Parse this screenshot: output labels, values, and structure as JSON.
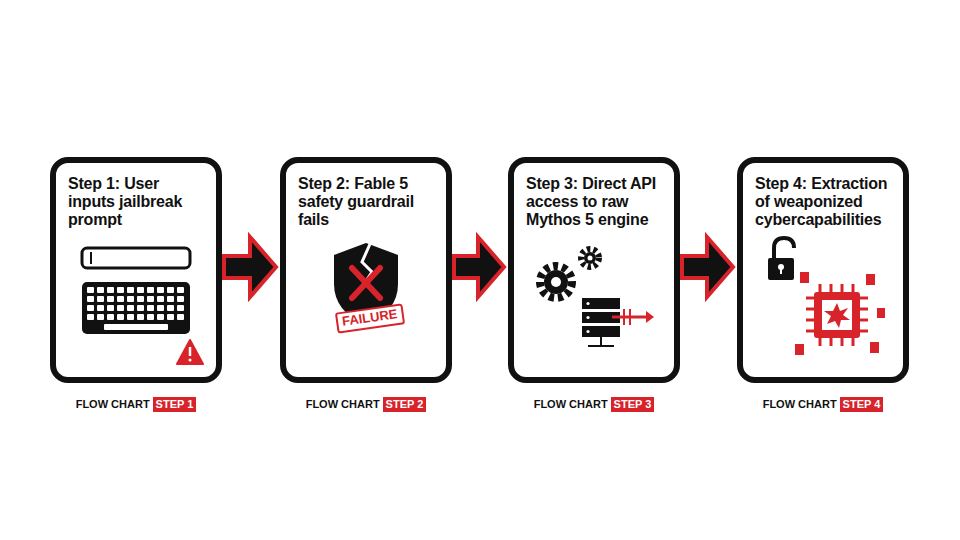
{
  "diagram": {
    "nodes": [
      {
        "text": [
          "Step 1: User inputs jailbreak prompt"
        ]
      },
      {
        "text": [
          "Step 2: Fable 5 safety guardrail fails"
        ]
      },
      {
        "text": [
          "Step 3: Direct API access to raw Mythos 5 engine"
        ]
      },
      {
        "text": [
          "Step 4: Extraction of weaponized cybercapabilities"
        ]
      }
    ],
    "edges": [
      {
        "from": 0,
        "to": 1,
        "arrow": "to"
      },
      {
        "from": 1,
        "to": 2,
        "arrow": "to"
      },
      {
        "from": 2,
        "to": 3,
        "arrow": "to"
      }
    ],
    "labels": [
      "FAILURE",
      "FLOW CHART",
      "STEP 1",
      "FLOW CHART",
      "STEP 2",
      "FLOW CHART",
      "STEP 3",
      "FLOW CHART",
      "STEP 4"
    ]
  }
}
